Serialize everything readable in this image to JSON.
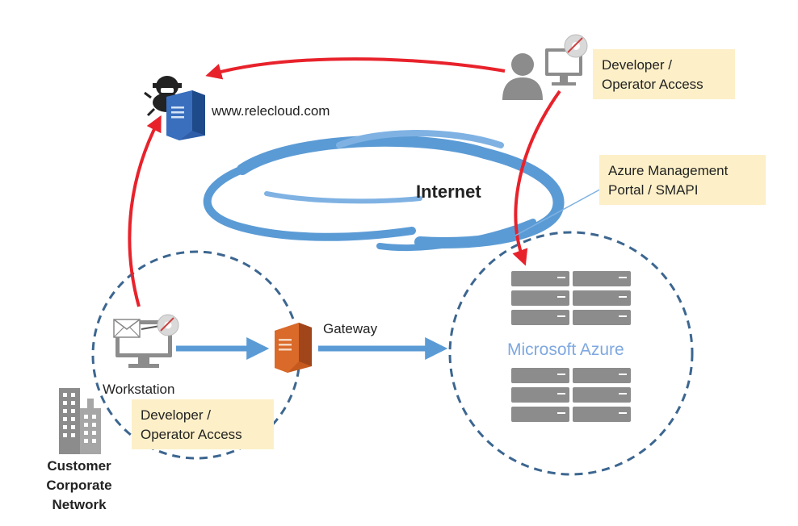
{
  "labels": {
    "site": "www.relecloud.com",
    "internet": "Internet",
    "gateway": "Gateway",
    "workstation": "Workstation",
    "azure": "Microsoft Azure",
    "customer_line1": "Customer",
    "customer_line2": "Corporate",
    "customer_line3": "Network"
  },
  "notes": {
    "top_access_line1": "Developer /",
    "top_access_line2": "Operator Access",
    "portal_line1": "Azure Management",
    "portal_line2": "Portal / SMAPI",
    "bottom_access_line1": "Developer /",
    "bottom_access_line2": "Operator Access"
  },
  "colors": {
    "note_fill": "#fdf0c8",
    "attack_arrow": "#e8222b",
    "flow_arrow": "#5b9bd5",
    "cloud": "#5b9bd5",
    "dashed_circle": "#3c6690",
    "azure_text": "#7fa8e0",
    "server_gray": "#8c8c8c",
    "web_server_blue": "#2f5ea8",
    "gateway_orange": "#c65a1e"
  },
  "icons": [
    "hacker-icon",
    "web-server-icon",
    "developer-user-icon",
    "monitor-icon",
    "workstation-icon",
    "envelope-icon",
    "gear-icon",
    "gateway-server-icon",
    "azure-server-rack-icon",
    "office-building-icon"
  ]
}
